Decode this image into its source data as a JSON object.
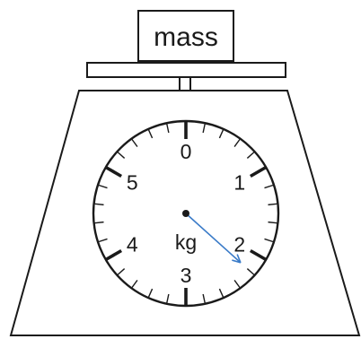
{
  "mass_label": "mass",
  "unit_label": "kg",
  "dial": {
    "labels": [
      "0",
      "1",
      "2",
      "3",
      "4",
      "5"
    ],
    "max_reading": 6,
    "minor_divisions": 5,
    "pointer_reading": 2.2
  },
  "colors": {
    "outline": "#1a1a1a",
    "pointer": "#3a7bc8",
    "background": "#ffffff"
  }
}
